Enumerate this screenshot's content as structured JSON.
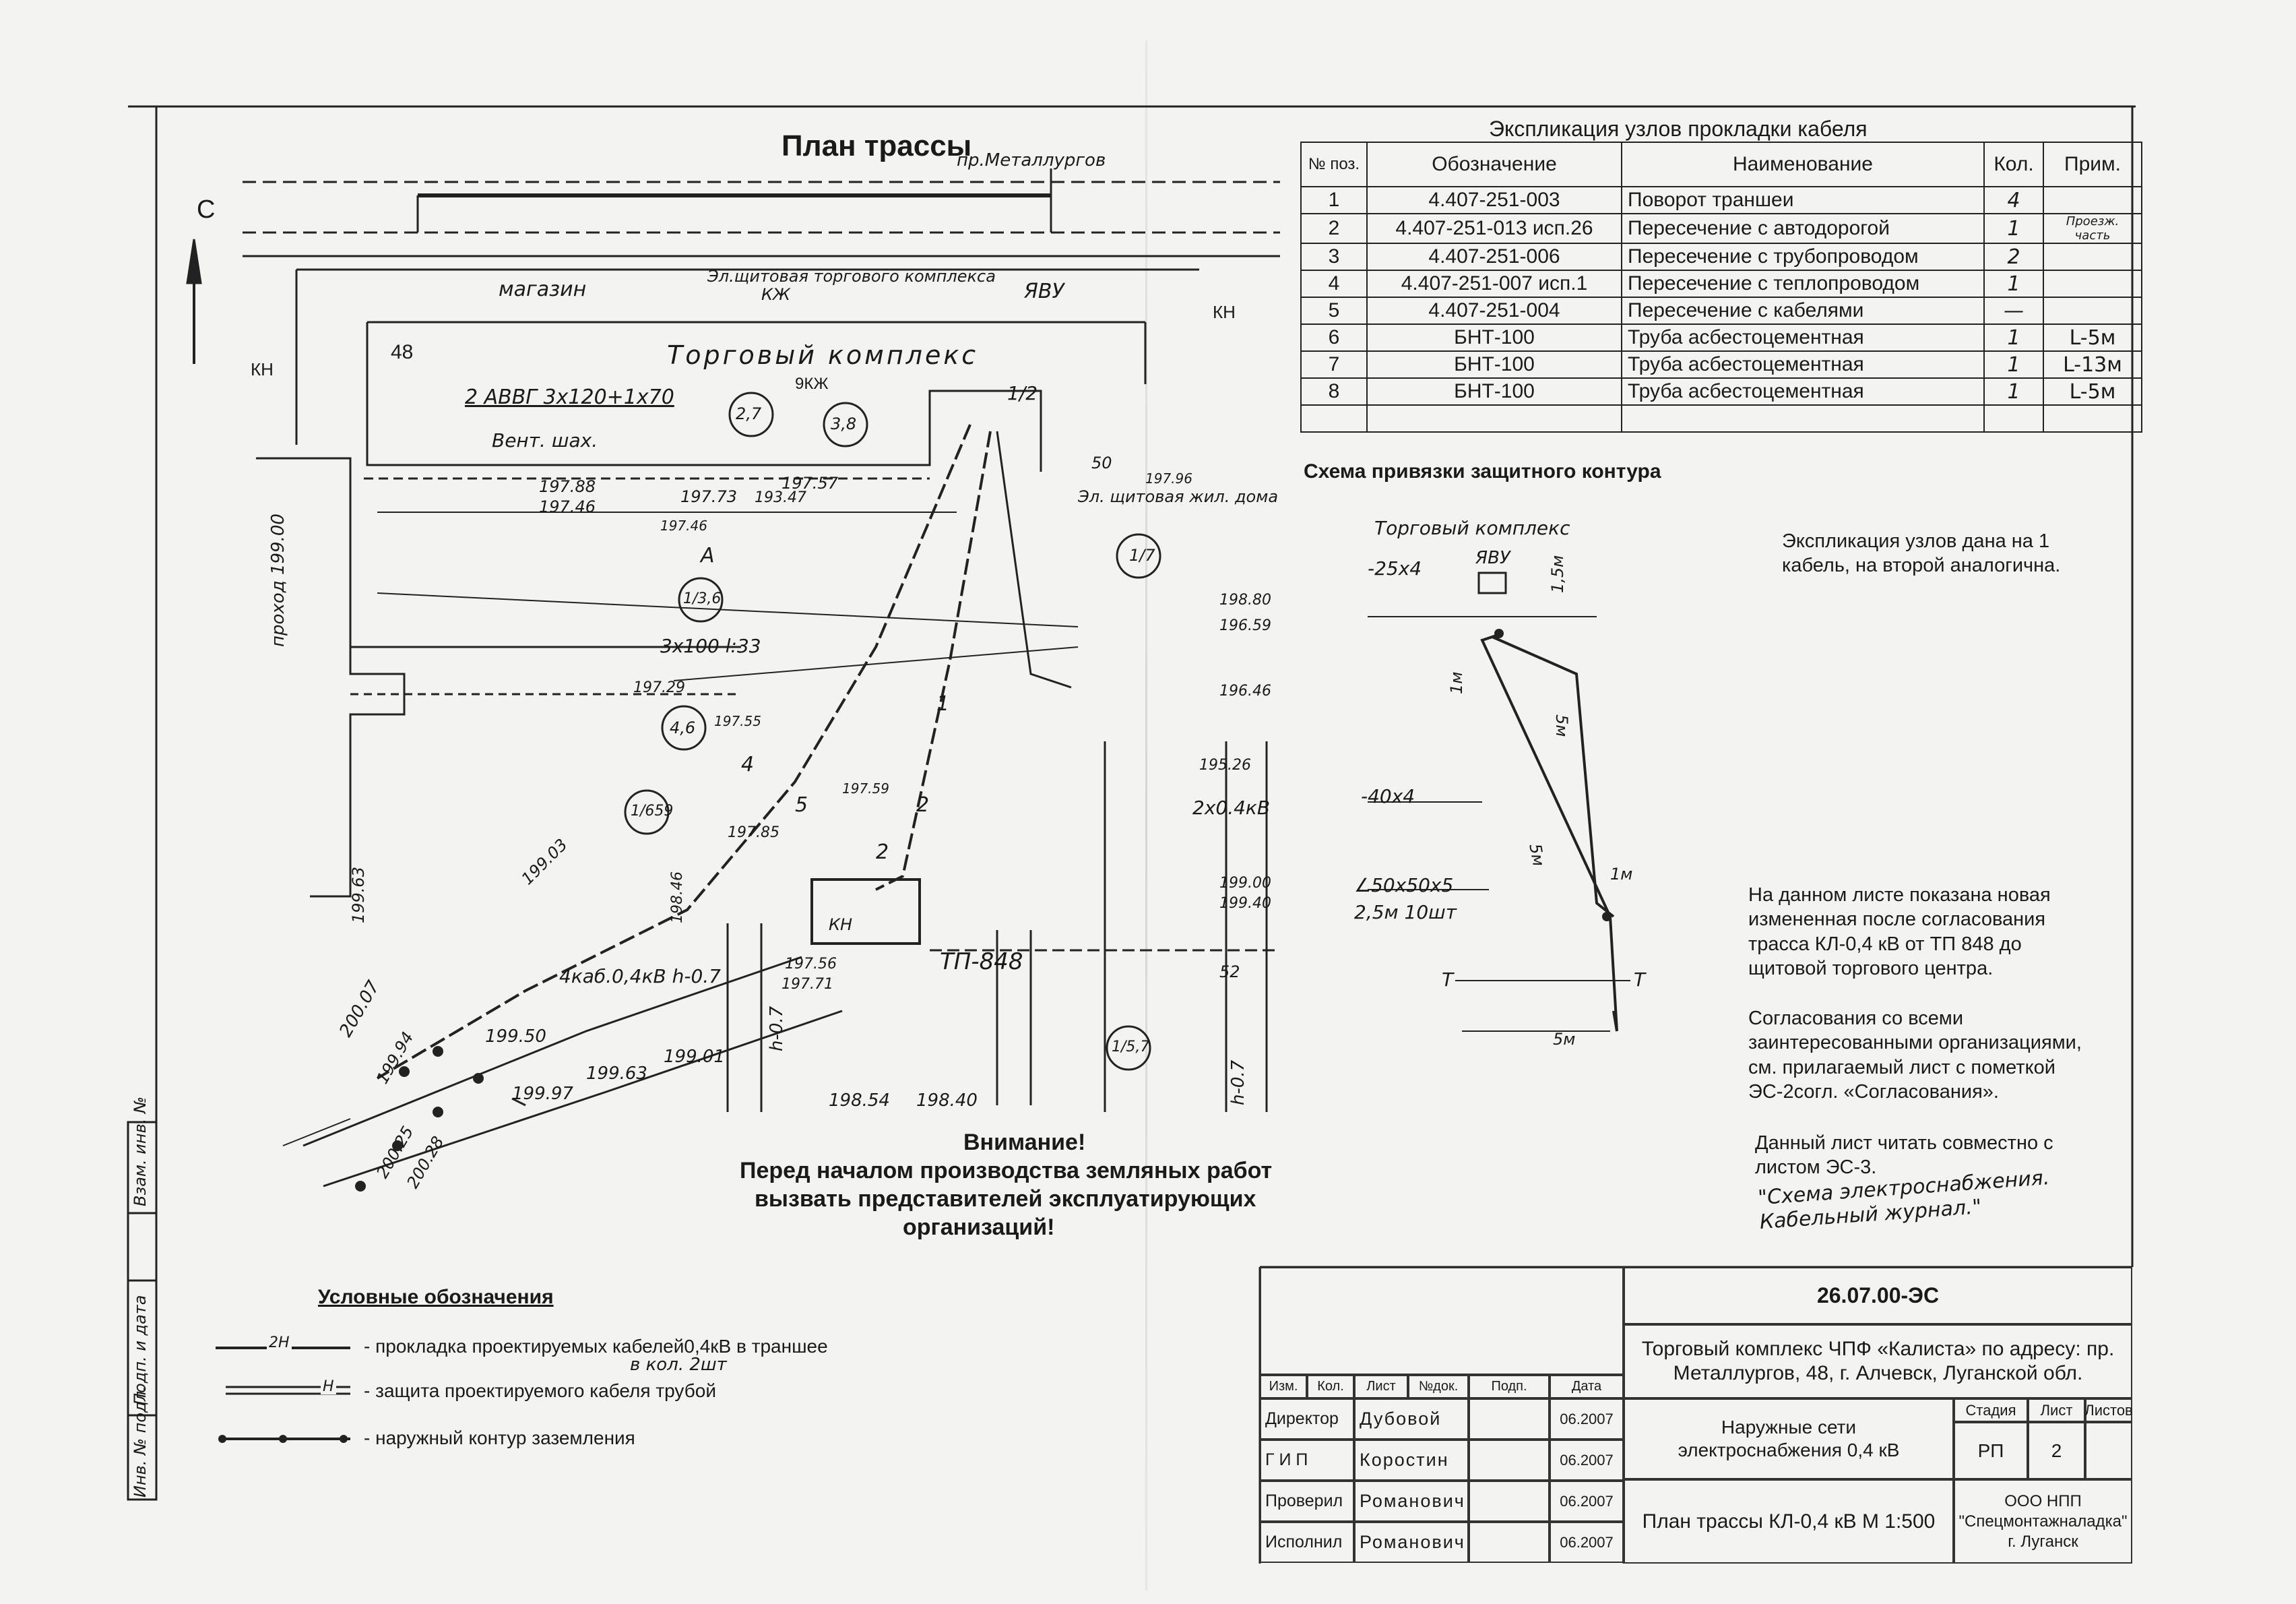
{
  "plan": {
    "title": "План трассы",
    "street": "пр.Металлургов",
    "north": "С",
    "labels": {
      "shop": "магазин",
      "complex": "Торговый комплекс",
      "num48": "48",
      "kzh9": "9КЖ",
      "vent": "Вент. шах.",
      "cable": "2 АВВГ 3x120+1x70",
      "shield_top": "Эл.щитовая торгового комплекса",
      "shield_kzh": "КЖ",
      "avu": "ЯВУ",
      "shield_house": "Эл. щитовая жил. дома",
      "tp": "ТП-848",
      "cab4": "4каб.0,4кВ h-0.7",
      "cab2": "2x0.4кВ",
      "tube": "3x100 l:33",
      "kn": "КН",
      "kn2": "КН",
      "kh": "КН",
      "k50": "50",
      "k52": "52",
      "h07": "h-0.7",
      "h07b": "h-0.7",
      "n1": "1",
      "n12": "1/2",
      "n2": "2",
      "n4": "4",
      "n5": "5",
      "n22": "2",
      "nA": "А"
    },
    "circles": [
      "2,7",
      "3,8",
      "1/3,6",
      "4,6",
      "1/659",
      "1/7",
      "1/5,7"
    ],
    "elevations": [
      "197.88",
      "197.46",
      "197.73",
      "197.57",
      "193.47",
      "197.46",
      "197.85",
      "197.56",
      "197.71",
      "198.54",
      "198.40",
      "199.50",
      "199.63",
      "199.01",
      "199.97",
      "200.07",
      "199.94",
      "200.25",
      "200.28",
      "199.63",
      "199.03",
      "197.55",
      "198.46",
      "197.29",
      "196.59",
      "196.46",
      "195.26",
      "197.96",
      "198.80",
      "199.40",
      "199.00",
      "197.59"
    ],
    "side_vertical": "проход 199.00"
  },
  "warning": {
    "line1": "Внимание!",
    "line2": "Перед началом производства земляных работ",
    "line3": "вызвать представителей эксплуатирующих",
    "line4": "организаций!"
  },
  "legend": {
    "title": "Условные обозначения",
    "items": [
      {
        "sym": "2Н",
        "text": "- прокладка проектируемых кабелей0,4кВ в траншее",
        "extra": "в кол. 2шт"
      },
      {
        "sym": "Н",
        "text": "- защита проектируемого кабеля трубой",
        "extra": ""
      },
      {
        "sym": "",
        "text": "- наружный контур заземления",
        "extra": ""
      }
    ]
  },
  "stamp_side": [
    "Взам. инв. №",
    "Подп. и дата",
    "Инв. № подл."
  ],
  "explication": {
    "title": "Экспликация узлов прокладки кабеля",
    "headers": [
      "№ поз.",
      "Обозначение",
      "Наименование",
      "Кол.",
      "Прим."
    ],
    "rows": [
      [
        "1",
        "4.407-251-003",
        "Поворот траншеи",
        "4",
        ""
      ],
      [
        "2",
        "4.407-251-013 исп.26",
        "Пересечение с автодорогой",
        "1",
        "Проезж. часть"
      ],
      [
        "3",
        "4.407-251-006",
        "Пересечение с трубопроводом",
        "2",
        ""
      ],
      [
        "4",
        "4.407-251-007 исп.1",
        "Пересечение с теплопроводом",
        "1",
        ""
      ],
      [
        "5",
        "4.407-251-004",
        "Пересечение с кабелями",
        "—",
        ""
      ],
      [
        "6",
        "БНТ-100",
        "Труба асбестоцементная",
        "1",
        "L-5м"
      ],
      [
        "7",
        "БНТ-100",
        "Труба асбестоцементная",
        "1",
        "L-13м"
      ],
      [
        "8",
        "БНТ-100",
        "Труба асбестоцементная",
        "1",
        "L-5м"
      ]
    ]
  },
  "contour": {
    "title": "Схема привязки защитного контура",
    "complex": "Торговый комплекс",
    "avu": "ЯВУ",
    "s25": "-25x4",
    "s40": "-40x4",
    "ang": "∠50x50x5",
    "ang2": "2,5м 10шт",
    "d15": "1,5м",
    "d1a": "1м",
    "d1b": "1м",
    "d5a": "5м",
    "d5b": "5м",
    "d5c": "5м",
    "mk": "Т",
    "mk2": "Т"
  },
  "notes": {
    "n1": "Экспликация узлов дана на 1 кабель, на второй аналогична.",
    "n2": "На данном листе показана новая измененная после согласования трасса КЛ-0,4 кВ от ТП 848 до щитовой торгового центра.",
    "n3": "Согласования со всеми заинтересованными организациями, см. прилагаемый лист с пометкой ЭС-2согл. «Согласования».",
    "n4": "Данный лист читать совместно с листом ЭС-3.",
    "n4hand": "\"Схема электроснабжения. Кабельный журнал.\""
  },
  "titleblock": {
    "code": "26.07.00-ЭС",
    "object": "Торговый комплекс ЧПФ «Калиста» по адресу: пр. Металлургов, 48, г. Алчевск, Луганской обл.",
    "h_izm": "Изм.",
    "h_kol": "Кол.",
    "h_list": "Лист",
    "h_ndok": "№док.",
    "h_podp": "Подп.",
    "h_data": "Дата",
    "roles": [
      {
        "role": "Директор",
        "name": "Дубовой",
        "date": "06.2007"
      },
      {
        "role": "Г И П",
        "name": "Коростин",
        "date": "06.2007"
      },
      {
        "role": "Проверил",
        "name": "Романович",
        "date": "06.2007"
      },
      {
        "role": "Исполнил",
        "name": "Романович",
        "date": "06.2007"
      }
    ],
    "system": "Наружные сети электроснабжения 0,4 кВ",
    "stage_h": "Стадия",
    "sheet_h": "Лист",
    "sheets_h": "Листов",
    "stage": "РП",
    "sheet": "2",
    "sheet_title": "План трассы КЛ-0,4 кВ М 1:500",
    "org": "ООО НПП \"Спецмонтажналадка\" г. Луганск"
  }
}
